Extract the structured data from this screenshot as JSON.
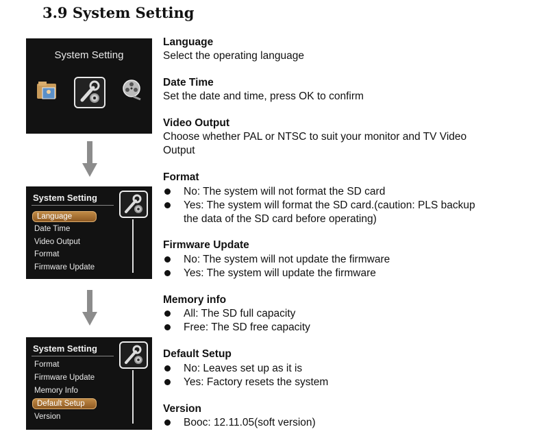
{
  "title": "3.9 System Setting",
  "screen1": {
    "title": "System Setting",
    "icons": [
      "photo-folder-icon",
      "wrench-gear-icon",
      "film-reel-icon"
    ]
  },
  "menu1": {
    "title": "System Setting",
    "items": [
      "Language",
      "Date Time",
      "Video Output",
      "Format",
      "Firmware Update"
    ],
    "selected": "Language"
  },
  "menu2": {
    "title": "System Setting",
    "items": [
      "Format",
      "Firmware Update",
      "Memory Info",
      "Default Setup",
      "Version"
    ],
    "selected": "Default Setup"
  },
  "sections": {
    "language": {
      "heading": "Language",
      "text": "Select the operating language"
    },
    "datetime": {
      "heading": "Date Time",
      "text": "Set the date and time, press OK to confirm"
    },
    "video": {
      "heading": "Video Output",
      "line1": "Choose whether PAL or NTSC to suit your monitor and TV Video",
      "line2": "Output"
    },
    "format": {
      "heading": "Format",
      "b1": "No: The system will not format the SD card",
      "b2_line1": "Yes: The system will format the SD card.(caution: PLS backup",
      "b2_line2": "the data of the SD card before operating)"
    },
    "firmware": {
      "heading": "Firmware Update",
      "b1": "No: The system will not update the firmware",
      "b2": "Yes: The system will update the firmware"
    },
    "memory": {
      "heading": "Memory info",
      "b1": "All: The SD full capacity",
      "b2": "Free: The SD free capacity"
    },
    "default": {
      "heading": "Default Setup",
      "b1": "No: Leaves set up as it is",
      "b2": "Yes: Factory resets the system"
    },
    "version": {
      "heading": "Version",
      "b1": "Booc: 12.11.05(soft version)"
    }
  }
}
